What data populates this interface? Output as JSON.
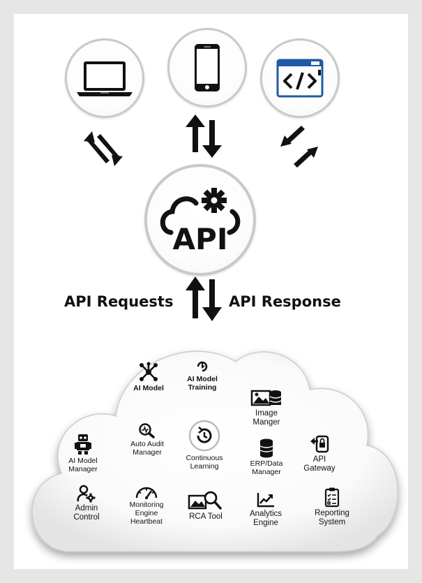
{
  "clients": [
    {
      "icon": "laptop-icon"
    },
    {
      "icon": "smartphone-icon"
    },
    {
      "icon": "code-window-icon"
    }
  ],
  "hub": {
    "label": "API",
    "icon": "cloud-gear-icon"
  },
  "flow": {
    "requests": "API Requests",
    "response": "API Response"
  },
  "modules": {
    "ai_model": "AI Model",
    "ai_model_training": "AI Model\nTraining",
    "image_manager": "Image\nManger",
    "auto_audit": "Auto Audit\nManager",
    "continuous_learning": "Continuous\nLearning",
    "ai_model_manager": "AI Model\nManager",
    "erp": "ERP/Data\nManager",
    "api_gateway": "API\nGateway",
    "admin": "Admin\nControl",
    "monitoring": "Monitoring\nEngine\nHeartbeat",
    "rca": "RCA Tool",
    "analytics": "Analytics\nEngine",
    "reporting": "Reporting\nSystem"
  },
  "colors": {
    "accent_blue": "#1e5aa8",
    "dark": "#111111",
    "ring": "#c9c9c9"
  }
}
